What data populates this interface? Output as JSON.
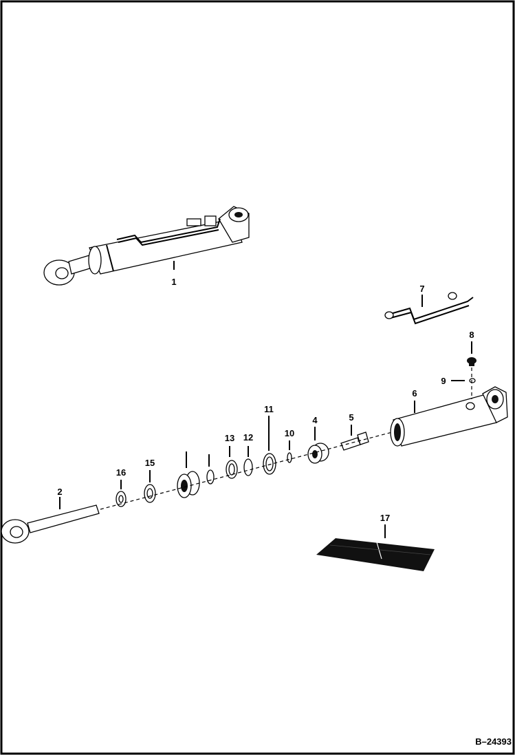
{
  "diagram": {
    "document_id": "B–24393",
    "callouts": [
      "1",
      "2",
      "",
      "4",
      "5",
      "6",
      "7",
      "8",
      "9",
      "10",
      "11",
      "12",
      "13",
      "",
      "15",
      "16",
      "17"
    ]
  }
}
